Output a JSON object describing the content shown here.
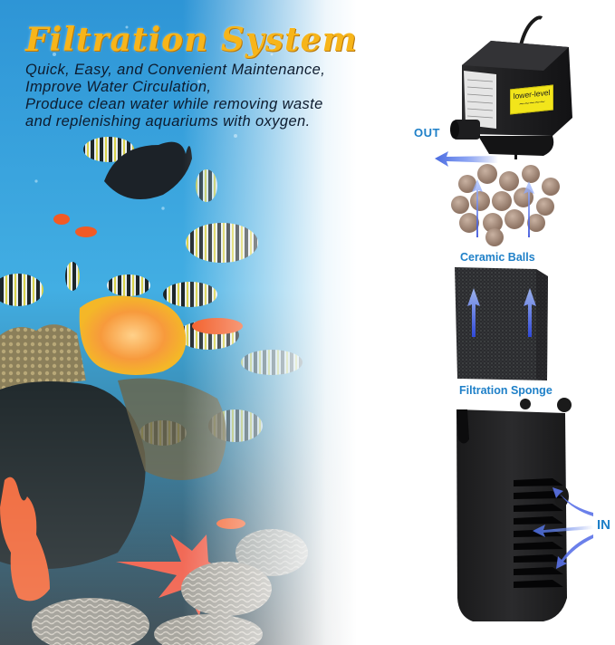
{
  "headline": {
    "title": "Filtration System",
    "subtitle_lines": [
      "Quick, Easy, and Convenient Maintenance,",
      "Improve Water Circulation,",
      "Produce clean water while removing waste",
      "and replenishing aquariums with oxygen."
    ]
  },
  "product": {
    "callouts": {
      "out": "OUT",
      "ceramic_balls": "Ceramic Balls",
      "filtration_sponge": "Filtration Sponge",
      "in": "IN"
    },
    "pump_badge": "lower-level",
    "components": [
      {
        "name": "Water Pump",
        "position": "top"
      },
      {
        "name": "Ceramic Balls",
        "position": "middle"
      },
      {
        "name": "Filtration Sponge",
        "position": "middle"
      },
      {
        "name": "Filter Housing",
        "position": "bottom"
      }
    ]
  },
  "colors": {
    "title": "#f7b51a",
    "subtitle": "#0d1b2e",
    "callout": "#1f80c8",
    "water": "#3fa3dc",
    "flow_arrow": "#4a6be0"
  }
}
